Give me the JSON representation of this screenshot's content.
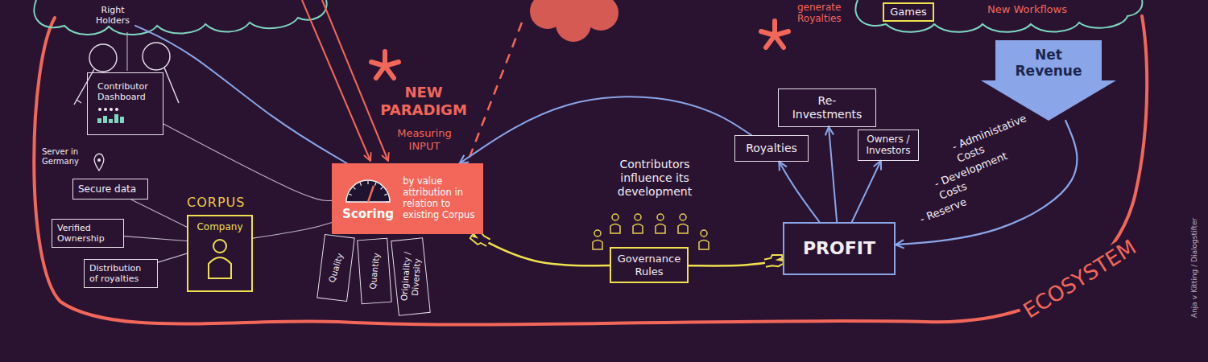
{
  "diagram": {
    "nodes": [
      {
        "text": [
          "Right Holders"
        ]
      },
      {
        "text": [
          "Contributor Dashboard"
        ]
      },
      {
        "text": [
          "Secure data"
        ]
      },
      {
        "text": [
          "Verified Ownership"
        ]
      },
      {
        "text": [
          "Distribution of royalties"
        ]
      },
      {
        "text": [
          "CORPUS",
          "Company"
        ]
      },
      {
        "text": [
          "Scoring",
          "by value attribution in relation to existing Corpus"
        ]
      },
      {
        "text": [
          "Quality"
        ]
      },
      {
        "text": [
          "Quantity"
        ]
      },
      {
        "text": [
          "Originality / Diversity"
        ]
      },
      {
        "text": [
          "Governance Rules"
        ]
      },
      {
        "text": [
          "Royalties"
        ]
      },
      {
        "text": [
          "Re-Investments"
        ]
      },
      {
        "text": [
          "Owners / Investors"
        ]
      },
      {
        "text": [
          "PROFIT"
        ]
      },
      {
        "text": [
          "Net Revenue"
        ]
      },
      {
        "text": [
          "Games"
        ]
      }
    ],
    "edges": [
      {
        "from": 1,
        "to": 6,
        "arrow": "none"
      },
      {
        "from": 2,
        "to": 5,
        "arrow": "none"
      },
      {
        "from": 3,
        "to": 5,
        "arrow": "none"
      },
      {
        "from": 4,
        "to": 5,
        "arrow": "none"
      },
      {
        "from": 5,
        "to": 6,
        "arrow": "none"
      },
      {
        "from": 0,
        "to": 6,
        "arrow": "none"
      },
      {
        "from": 15,
        "to": 14,
        "arrow": "to"
      },
      {
        "from": 14,
        "to": 11,
        "arrow": "to"
      },
      {
        "from": 14,
        "to": 12,
        "arrow": "to"
      },
      {
        "from": 14,
        "to": 13,
        "arrow": "to"
      },
      {
        "from": 11,
        "to": 6,
        "arrow": "to"
      },
      {
        "from": 10,
        "to": 6,
        "arrow": "to"
      },
      {
        "from": 10,
        "to": 14,
        "arrow": "to"
      }
    ],
    "labels": [
      "Server in Germany",
      "NEW PARADIGM",
      "Measuring INPUT",
      "Contributors influence its development",
      "- Administative Costs",
      "- Development Costs",
      "- Reserve",
      "ECOSYSTEM",
      "generate Royalties",
      "New Workflows",
      "Anja v Kitting / Dialogstifter"
    ]
  }
}
